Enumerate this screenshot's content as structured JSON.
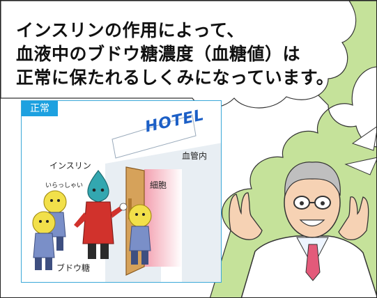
{
  "headline": {
    "line1": "インスリンの作用によって、",
    "line2": "血液中のブドウ糖濃度（血糖値）は",
    "line3": "正常に保たれるしくみになっています。"
  },
  "panel": {
    "tab_label": "正常",
    "sign_text": "HOTEL",
    "label_vessel": "血管内",
    "label_insulin": "インスリン",
    "label_cell": "細胞",
    "label_greeting": "いらっしゃい",
    "label_glucose": "ブドウ糖"
  },
  "colors": {
    "bubble_green": "#c5e29a",
    "tab_blue": "#1da1e0",
    "sign_blue": "#1c5fc6",
    "door_wood": "#d6a25a",
    "insulin_teal": "#33a7b0",
    "glucose_yellow": "#f2e04a"
  }
}
